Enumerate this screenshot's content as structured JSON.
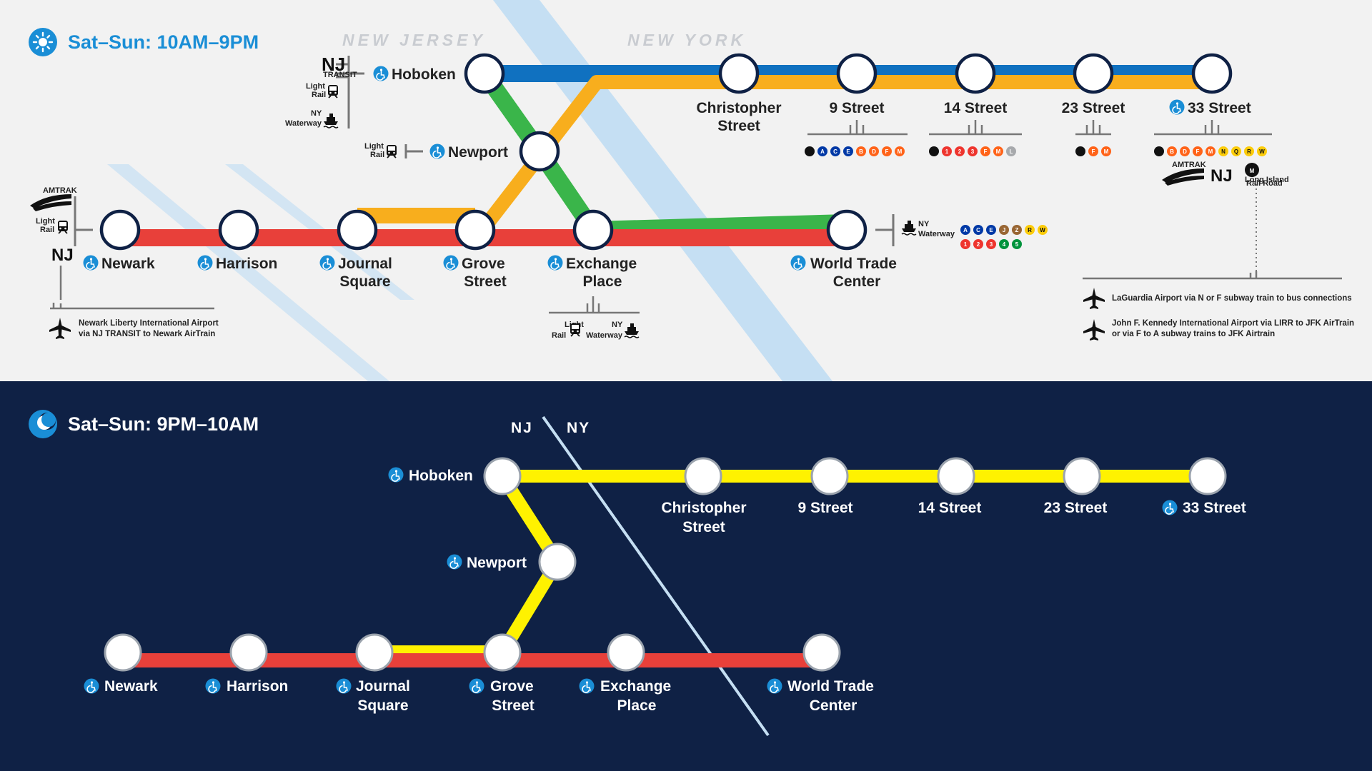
{
  "colors": {
    "blue": "#1071c0",
    "orange": "#f8ae1d",
    "green": "#3ab54a",
    "red": "#e8403a",
    "yellow": "#fff200",
    "navy": "#0f2145",
    "light_bg": "#f2f2f2",
    "accent_blue": "#1a8ed6",
    "river": "#c5dff3"
  },
  "day_service": {
    "title": "Sat–Sun: 10AM–9PM",
    "state_left": "NEW JERSEY",
    "state_right": "NEW YORK",
    "stations": {
      "hoboken": "Hoboken",
      "newport": "Newport",
      "christopher_1": "Christopher",
      "christopher_2": "Street",
      "nine": "9 Street",
      "fourteen": "14 Street",
      "twentythree": "23 Street",
      "thirtythree": "33 Street",
      "newark": "Newark",
      "harrison": "Harrison",
      "journal_1": "Journal",
      "journal_2": "Square",
      "grove_1": "Grove",
      "grove_2": "Street",
      "exchange_1": "Exchange",
      "exchange_2": "Place",
      "wtc_1": "World Trade",
      "wtc_2": "Center"
    },
    "connections": {
      "light": "Light",
      "rail": "Rail",
      "ny": "NY",
      "waterway": "Waterway",
      "amtrak": "AMTRAK",
      "nj": "NJ",
      "transit": "TRANSIT",
      "lirr_1": "Long Island",
      "lirr_2": "Rail Road",
      "mta": "M"
    },
    "subway": {
      "nine": [
        "A",
        "C",
        "E",
        "B",
        "D",
        "F",
        "M"
      ],
      "fourteen": [
        "1",
        "2",
        "3",
        "F",
        "M",
        "L"
      ],
      "twentythree": [
        "F",
        "M"
      ],
      "thirtythree": [
        "B",
        "D",
        "F",
        "M",
        "N",
        "Q",
        "R",
        "W"
      ],
      "wtc_row1": [
        "A",
        "C",
        "E",
        "J",
        "Z",
        "R",
        "W"
      ],
      "wtc_row2": [
        "1",
        "2",
        "3",
        "4",
        "5"
      ]
    },
    "notes": {
      "newark_1": "Newark Liberty International Airport",
      "newark_2": "via NJ TRANSIT to Newark AirTrain",
      "lga": "LaGuardia Airport via N or F subway train to bus connections",
      "jfk_1": "John F. Kennedy International Airport via LIRR to JFK AirTrain",
      "jfk_2": "or via F to A subway trains to JFK Airtrain"
    }
  },
  "night_service": {
    "title": "Sat–Sun: 9PM–10AM",
    "state_left": "NJ",
    "state_right": "NY",
    "stations": {
      "hoboken": "Hoboken",
      "newport": "Newport",
      "christopher_1": "Christopher",
      "christopher_2": "Street",
      "nine": "9 Street",
      "fourteen": "14 Street",
      "twentythree": "23 Street",
      "thirtythree": "33 Street",
      "newark": "Newark",
      "harrison": "Harrison",
      "journal_1": "Journal",
      "journal_2": "Square",
      "grove_1": "Grove",
      "grove_2": "Street",
      "exchange_1": "Exchange",
      "exchange_2": "Place",
      "wtc_1": "World Trade",
      "wtc_2": "Center"
    }
  }
}
